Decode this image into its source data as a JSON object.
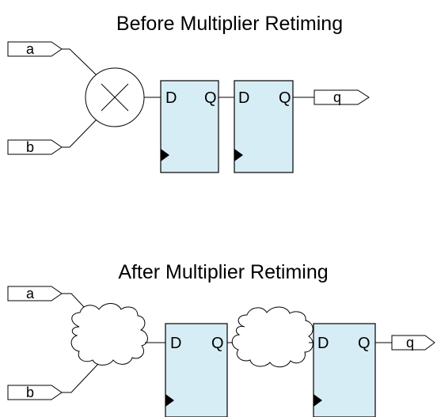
{
  "diagrams": [
    {
      "id": "before",
      "title": "Before Multiplier Retiming",
      "inputs": [
        "a",
        "b"
      ],
      "operator_icon": "multiplier-x-icon",
      "registers": [
        {
          "d_label": "D",
          "q_label": "Q"
        },
        {
          "d_label": "D",
          "q_label": "Q"
        }
      ],
      "output": "q"
    },
    {
      "id": "after",
      "title": "After Multiplier Retiming",
      "inputs": [
        "a",
        "b"
      ],
      "operator_icon": "cloud-icon",
      "registers": [
        {
          "d_label": "D",
          "q_label": "Q"
        },
        {
          "d_label": "D",
          "q_label": "Q"
        }
      ],
      "output": "q"
    }
  ],
  "colors": {
    "register_fill": "#d7edf5",
    "stroke": "#000000"
  }
}
